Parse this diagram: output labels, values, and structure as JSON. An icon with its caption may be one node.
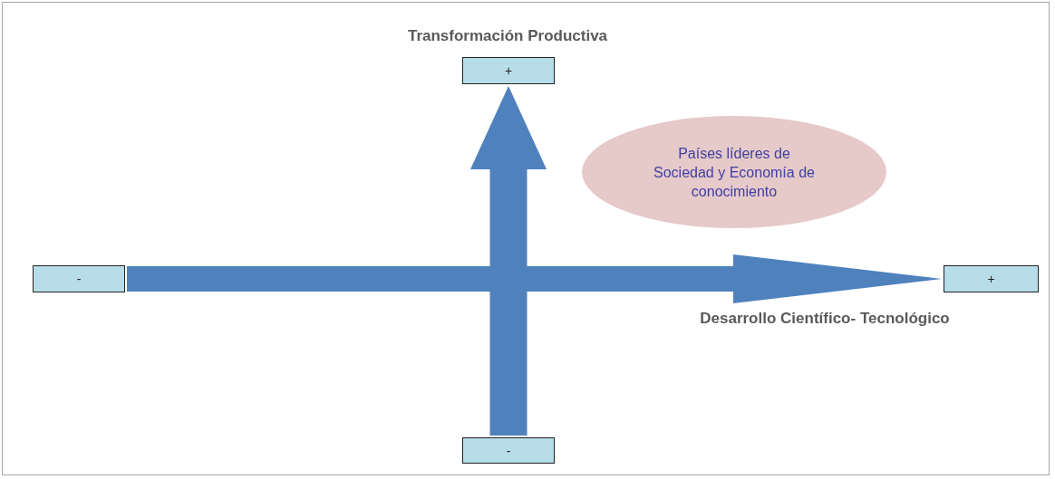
{
  "diagram": {
    "nodes": [
      {
        "text": [
          "-"
        ]
      },
      {
        "text": [
          "+"
        ]
      },
      {
        "text": [
          "-"
        ]
      },
      {
        "text": [
          "+"
        ]
      },
      {
        "text": [
          "Países líderes de Sociedad y Economía de conocimiento"
        ]
      }
    ],
    "edges": [
      {
        "from": 0,
        "to": 1,
        "arrow": "to",
        "color": "#4f81bd"
      },
      {
        "from": 2,
        "to": 3,
        "arrow": "to",
        "color": "#4f81bd"
      }
    ],
    "labels": [
      "Transformación Productiva",
      "Desarrollo Científico- Tecnológico"
    ]
  }
}
